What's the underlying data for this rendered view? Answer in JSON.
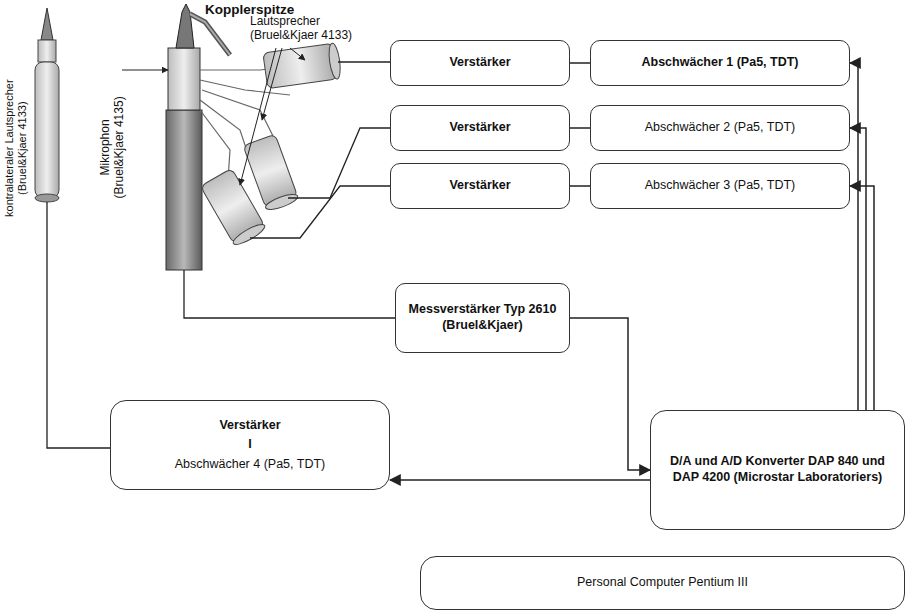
{
  "diagram": {
    "nodes": [
      {
        "text": [
          "Verstärker"
        ]
      },
      {
        "text": [
          "Abschwächer 1 (Pa5, TDT)"
        ]
      },
      {
        "text": [
          "Verstärker"
        ]
      },
      {
        "text": [
          "Abschwächer 2 (Pa5, TDT)"
        ]
      },
      {
        "text": [
          "Verstärker"
        ]
      },
      {
        "text": [
          "Abschwächer 3 (Pa5, TDT)"
        ]
      },
      {
        "text": [
          "Messverstärker Typ 2610 (Bruel&Kjaer)"
        ]
      },
      {
        "text": [
          "D/A und A/D Konverter DAP 840 und DAP 4200 (Microstar Laboratoriers)"
        ]
      },
      {
        "text": [
          "Verstärker",
          "I",
          "Abschwächer 4 (Pa5, TDT)"
        ]
      },
      {
        "text": [
          "Personal Computer Pentium III"
        ]
      }
    ],
    "edges": [
      {
        "from": 1,
        "to": 0,
        "arrow": "none"
      },
      {
        "from": 3,
        "to": 2,
        "arrow": "none"
      },
      {
        "from": 5,
        "to": 4,
        "arrow": "none"
      },
      {
        "from": 7,
        "to": 1,
        "arrow": "to"
      },
      {
        "from": 7,
        "to": 3,
        "arrow": "to"
      },
      {
        "from": 7,
        "to": 5,
        "arrow": "to"
      },
      {
        "from": 6,
        "to": 7,
        "arrow": "to"
      },
      {
        "from": 7,
        "to": 8,
        "arrow": "to"
      }
    ],
    "labels": [
      "Kopplerspitze",
      "Lautsprecher (Bruel&Kjaer 4133)",
      "Mikrophon (Bruel&Kjaer 4135)",
      "kontralateraler Lautsprecher (Bruel&Kjaer 4133)"
    ]
  }
}
